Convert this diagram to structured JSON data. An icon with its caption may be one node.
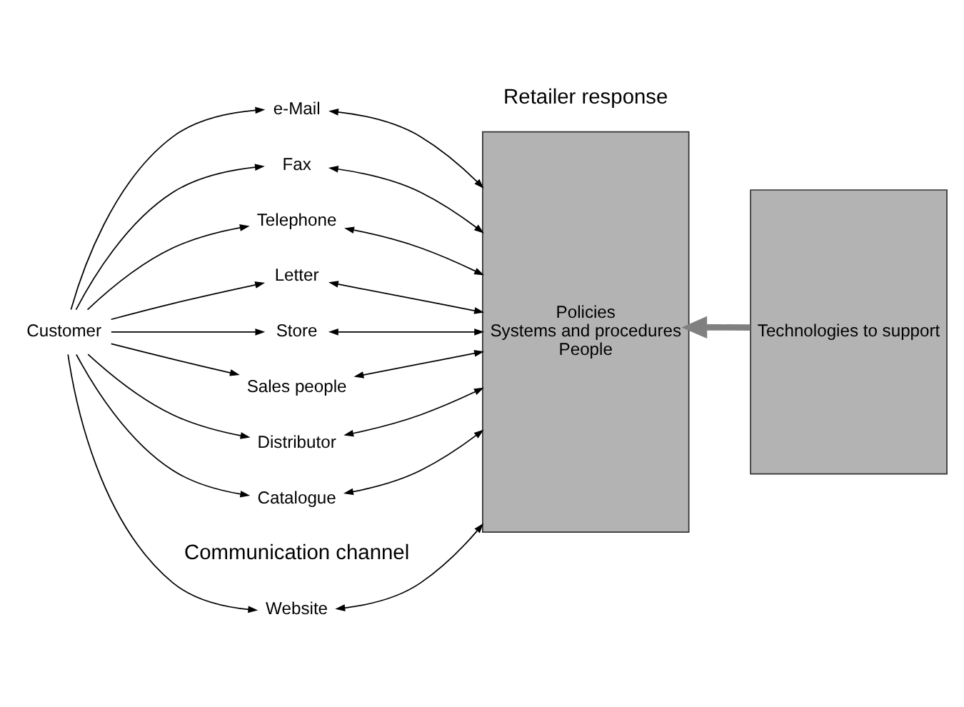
{
  "diagram": {
    "nodes": [
      {
        "text": [
          "Customer"
        ]
      },
      {
        "text": [
          "Website"
        ]
      },
      {
        "text": [
          "e-Mail"
        ]
      },
      {
        "text": [
          "Fax"
        ]
      },
      {
        "text": [
          "Telephone"
        ]
      },
      {
        "text": [
          "Letter"
        ]
      },
      {
        "text": [
          "Store"
        ]
      },
      {
        "text": [
          "Sales people"
        ]
      },
      {
        "text": [
          "Distributor"
        ]
      },
      {
        "text": [
          "Catalogue"
        ]
      },
      {
        "text": [
          "Policies",
          "Systems and procedures",
          "People"
        ]
      },
      {
        "text": [
          "Technologies to support"
        ]
      }
    ],
    "edges": [
      {
        "from": 0,
        "to": 1,
        "arrow": "to"
      },
      {
        "from": 0,
        "to": 2,
        "arrow": "to"
      },
      {
        "from": 0,
        "to": 3,
        "arrow": "to"
      },
      {
        "from": 0,
        "to": 4,
        "arrow": "to"
      },
      {
        "from": 0,
        "to": 5,
        "arrow": "to"
      },
      {
        "from": 0,
        "to": 6,
        "arrow": "to"
      },
      {
        "from": 0,
        "to": 7,
        "arrow": "to"
      },
      {
        "from": 0,
        "to": 8,
        "arrow": "to"
      },
      {
        "from": 0,
        "to": 9,
        "arrow": "to"
      },
      {
        "from": 1,
        "to": 10,
        "arrow": "both"
      },
      {
        "from": 2,
        "to": 10,
        "arrow": "both"
      },
      {
        "from": 3,
        "to": 10,
        "arrow": "both"
      },
      {
        "from": 4,
        "to": 10,
        "arrow": "both"
      },
      {
        "from": 5,
        "to": 10,
        "arrow": "both"
      },
      {
        "from": 6,
        "to": 10,
        "arrow": "both"
      },
      {
        "from": 7,
        "to": 10,
        "arrow": "both"
      },
      {
        "from": 8,
        "to": 10,
        "arrow": "both"
      },
      {
        "from": 9,
        "to": 10,
        "arrow": "both"
      },
      {
        "from": 11,
        "to": 10,
        "arrow": "to",
        "style": "thick",
        "color": "#808080"
      }
    ],
    "labels": [
      "Communication channel",
      "Retailer response"
    ]
  }
}
